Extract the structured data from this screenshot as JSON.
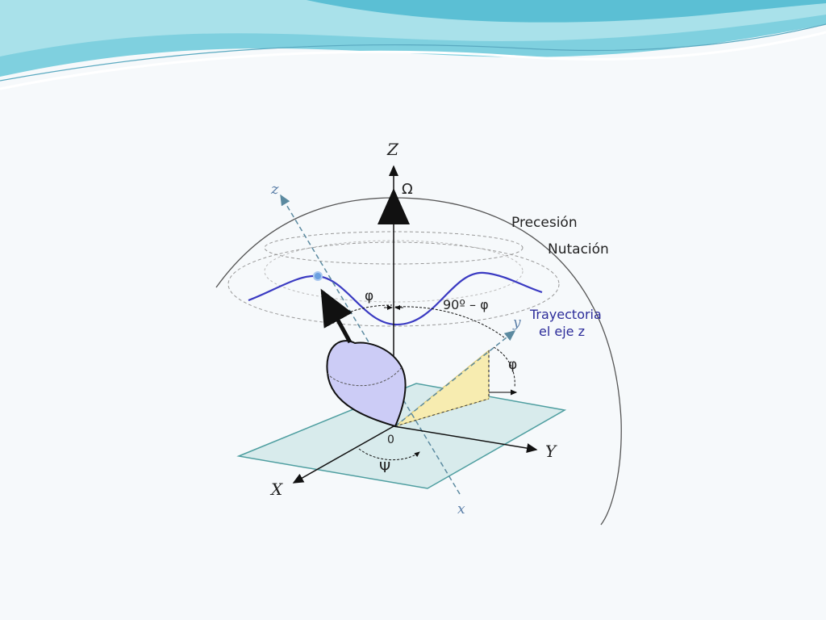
{
  "diagram": {
    "labels": {
      "Z": "Z",
      "omega": "Ω",
      "z_body": "z",
      "precession": "Precesión",
      "nutation": "Nutación",
      "phi_top": "φ",
      "ninety_minus_phi": "90º – φ",
      "trajectory_line1": "Trayectoria",
      "trajectory_line2": "el eje z",
      "y_body": "y",
      "phi_right": "φ",
      "origin": "0",
      "Y": "Y",
      "psi": "Ψ",
      "X": "X",
      "x_body": "x"
    },
    "colors": {
      "header_wave": "#6cc6d9",
      "plane_fill": "#d8ebec",
      "plane_stroke": "#4e9ea0",
      "top_fill": "#ccccf6",
      "triangle_fill": "#f7ecb0",
      "trajectory": "#3a3ac2",
      "body_axis": "#5b8aa0"
    }
  }
}
